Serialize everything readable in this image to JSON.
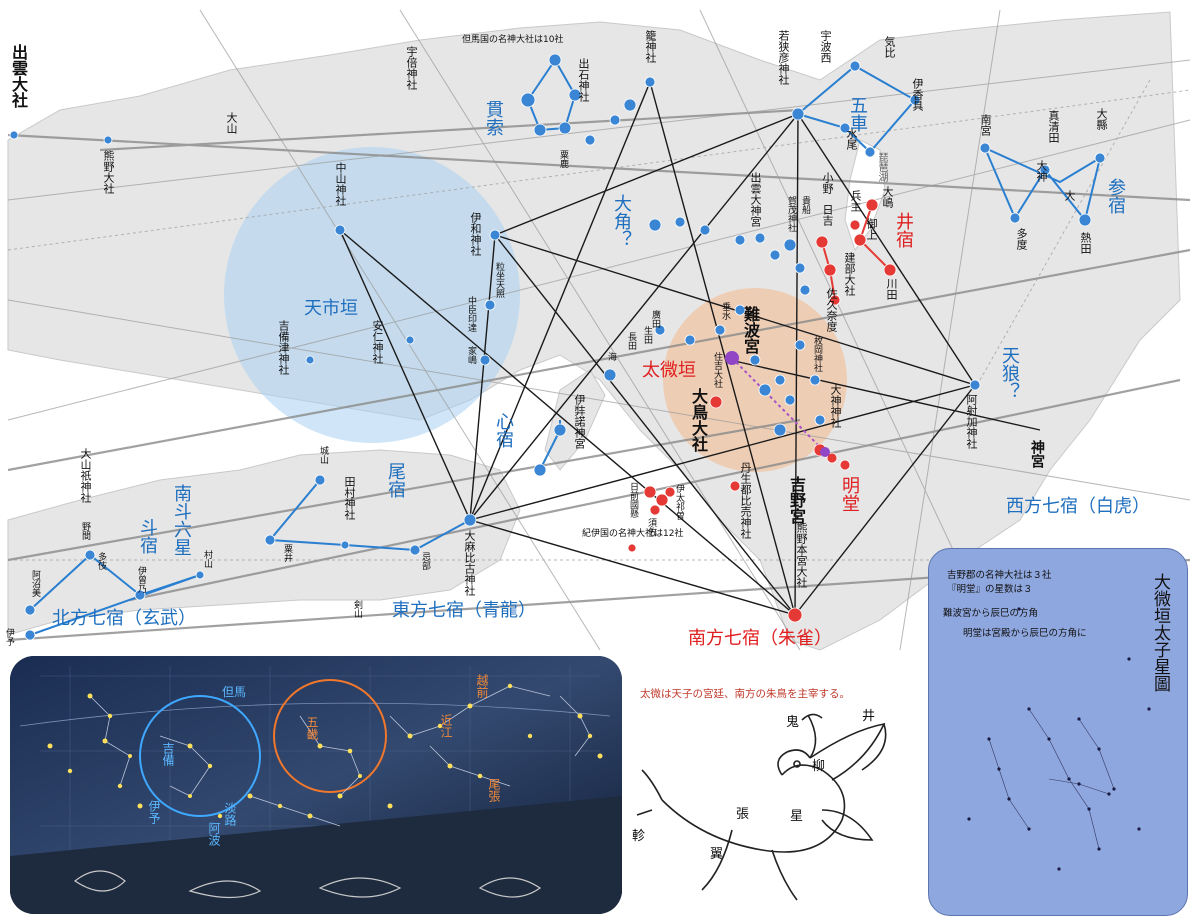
{
  "map_labels": {
    "izumo_taisha": "出雲大社",
    "tajima_note": "但馬国の名神大社は10社",
    "kii_note": "紀伊国の名神大社は12社",
    "kumano_taisha": "熊野大社",
    "ubai_jinja": "宇倍神社",
    "daisen": "大山",
    "nakayama_jinja": "中山神社",
    "izushi_jinja": "出石神社",
    "kagotama": "籠神社",
    "awaga": "粟鹿",
    "wakasahiko": "若狭彦神社",
    "uhase": "宇波西",
    "kehi": "気比",
    "ikagu": "伊香具",
    "mizuo": "水尾",
    "biwako": "琵琶湖",
    "nangu": "南宮",
    "masumida": "真清田",
    "oagata": "大縣",
    "oogami": "大神",
    "dai": "大",
    "tado": "多度",
    "atsuta": "熱田",
    "iwa_jinja": "伊和神社",
    "izumo_daijingu": "出雲大神宮",
    "kamo_jinja": "賀茂神社",
    "kifune": "貴船",
    "ono": "小野",
    "hiyoshi": "日吉",
    "hyozu": "兵主",
    "mikami": "御上",
    "oshima": "大嶋",
    "takebe": "建部大社",
    "sakunado": "佐久奈度",
    "kawata": "川田",
    "awaimasu": "粒坐天照",
    "nakaomi": "中臣印達",
    "ieshima": "家嶋",
    "kibitsu": "吉備津神社",
    "ani": "安仁神社",
    "kanzaki": "垂水",
    "hirota": "廣田",
    "ikuta": "生田",
    "nagata": "長田",
    "umi": "海",
    "naniwanomiya": "難波宮",
    "sumiyoshi": "住吉大社",
    "hiraoka": "枚岡神社",
    "ohmiwa": "大神神社",
    "ootori": "大鳥大社",
    "izanagi": "伊弉諾神宮",
    "asaka": "阿射加神社",
    "jingu": "神宮",
    "niutsu": "丹生都比売神社",
    "yoshinomiya": "吉野宮",
    "hinokuma": "日前國懸",
    "itakiso": "伊太祁曽",
    "suga": "須佐",
    "kumano_hongu": "熊野本宮大社",
    "oyamazumi": "大山祇神社",
    "kinojo": "城山",
    "tamura": "田村神社",
    "oasahiko": "大麻比古神社",
    "nomaji": "野間",
    "tado2": "多伎",
    "iyozu": "伊曾乃",
    "murayama": "村山",
    "aozaki": "阿沼美",
    "kurii": "粟井",
    "ogura": "忌部",
    "tsurugi": "剣山",
    "iyo": "伊予"
  },
  "asterisms": {
    "gosha": "五車",
    "kansaku": "貫索",
    "taikaku": "大角？",
    "tenshien": "天市垣",
    "seisyuku": "井宿",
    "shinsyuku": "参宿",
    "tenro": "天狼？",
    "taibien": "太微垣",
    "meido": "明堂",
    "shinshuku": "心宿",
    "bishuku": "尾宿",
    "nantorokusei": "南斗六星",
    "toshuku": "斗宿"
  },
  "regions": {
    "north": "北方七宿（玄武）",
    "east": "東方七宿（青龍）",
    "south": "南方七宿（朱雀）",
    "west": "西方七宿（白虎）"
  },
  "sky_panel": {
    "tajima": "但馬",
    "kibi": "吉備",
    "goki": "五畿",
    "echizen": "越前",
    "omi": "近江",
    "owari": "尾張",
    "iyo": "伊予",
    "awaji": "淡路",
    "awa": "阿波"
  },
  "bird": {
    "caption": "太微は天子の宮廷、南方の朱鳥を主宰する。",
    "i": "井",
    "ki": "鬼",
    "ryu": "柳",
    "sei": "星",
    "cho": "張",
    "yoku": "翼",
    "shin": "軫"
  },
  "star_panel": {
    "title": "大微垣太子星圖",
    "note1": "吉野郡の名神大社は３社",
    "note2": "『明堂』の星数は３",
    "note3": "難波宮から辰巳の方角",
    "note4": "明堂は宮殿から辰巳の方角に"
  },
  "colors": {
    "sea": "#ffffff",
    "land": "#e4e4e4",
    "blue_line": "#2a7fd0",
    "red_star": "#e53935",
    "blue_circle": "#aed4f2",
    "orange_circle": "#f5c6a2"
  }
}
